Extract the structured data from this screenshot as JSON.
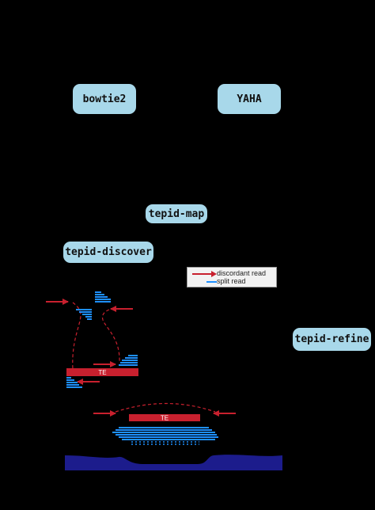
{
  "tools": {
    "bowtie2": "bowtie2",
    "yaha": "YAHA",
    "map": "tepid-map",
    "discover": "tepid-discover",
    "refine": "tepid-refine"
  },
  "legend": {
    "discordant": "discordant read",
    "split": "split read"
  },
  "te_label": "TE",
  "colors": {
    "pill": "#a8d8ea",
    "te": "#c8202e",
    "split_read": "#1e90ff",
    "discordant_read": "#c8202e",
    "coverage": "#1c1c8c"
  }
}
